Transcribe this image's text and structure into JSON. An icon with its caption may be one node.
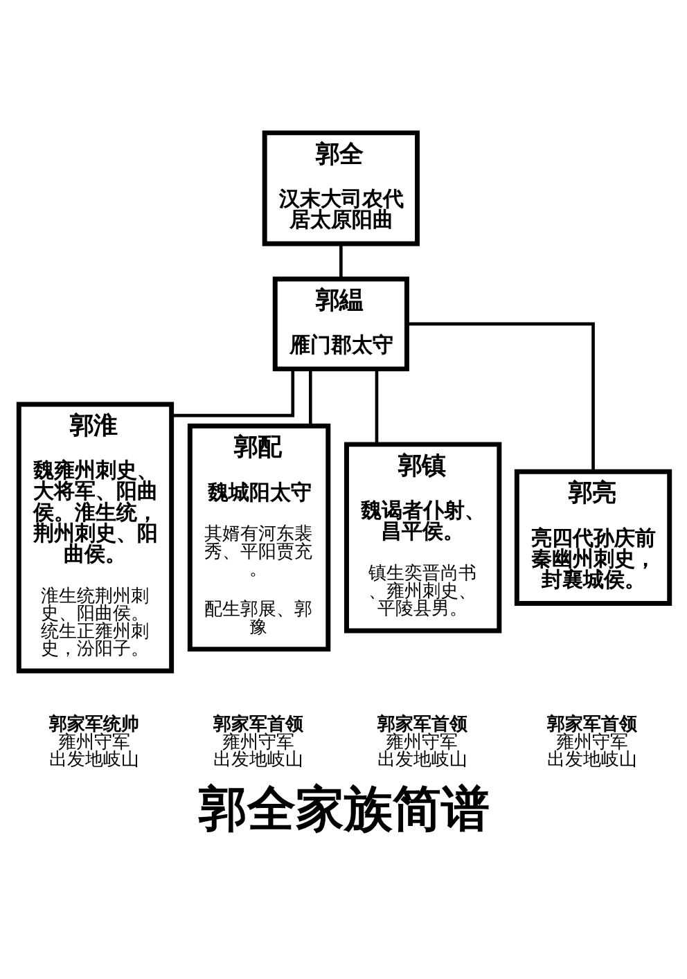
{
  "diagram": {
    "caption": "郭全家族简谱",
    "nodes": [
      {
        "text": [
          "郭全",
          "汉末大司农代居太原阳曲"
        ]
      },
      {
        "text": [
          "郭緼",
          "雁门郡太守"
        ]
      },
      {
        "text": [
          "郭淮",
          "魏雍州刺史、大将军、阳曲侯。淮生统，荆州刺史、阳曲侯。",
          "淮生统荆州刺史、阳曲侯。统生正雍州刺史，汾阳子。"
        ],
        "beside": [
          "郭家军统帅",
          "雍州守军",
          "出发地岐山"
        ]
      },
      {
        "text": [
          "郭配",
          "魏城阳太守",
          "其婿有河东裴秀、平阳贾充。",
          "配生郭展、郭豫"
        ],
        "beside": [
          "郭家军首领",
          "雍州守军",
          "出发地岐山"
        ]
      },
      {
        "text": [
          "郭镇",
          "魏谒者仆射、昌平侯。",
          "镇生奕晋尚书、雍州刺史、平陵县男。"
        ],
        "beside": [
          "郭家军首领",
          "雍州守军",
          "出发地岐山"
        ]
      },
      {
        "text": [
          "郭亮",
          "亮四代孙庆前秦幽州刺史，封襄城侯。"
        ],
        "beside": [
          "郭家军首领",
          "雍州守军",
          "出发地岐山"
        ]
      }
    ],
    "edges": [
      {
        "from": 0,
        "to": 1,
        "arrow": "none"
      },
      {
        "from": 1,
        "to": 2,
        "arrow": "none"
      },
      {
        "from": 1,
        "to": 3,
        "arrow": "none"
      },
      {
        "from": 1,
        "to": 4,
        "arrow": "none"
      },
      {
        "from": 1,
        "to": 5,
        "arrow": "none"
      }
    ]
  }
}
